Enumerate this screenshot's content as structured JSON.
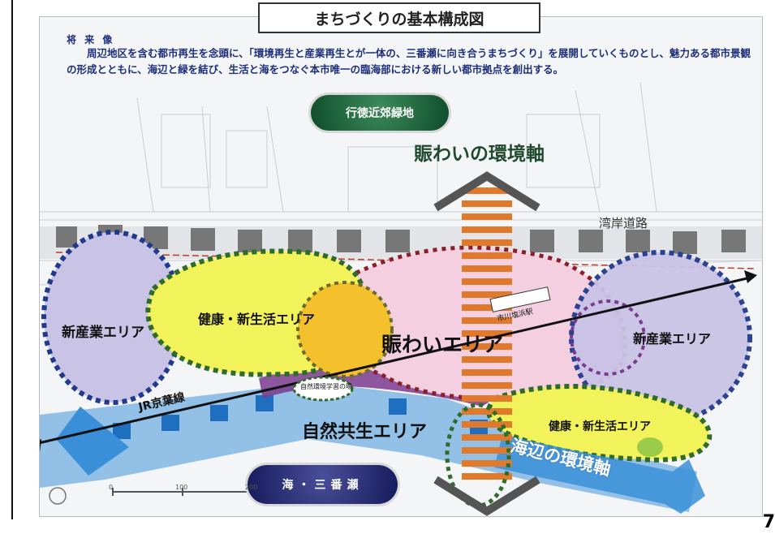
{
  "title": "まちづくりの基本構成図",
  "vision": {
    "heading": "将 来 像",
    "text": "周辺地区を含む都市再生を念頭に、「環境再生と産業再生とが一体の、三番瀬に向き合うまちづくり」を展開していくものとし、魅力ある都市景観の形成とともに、海辺と緑を結び、生活と海をつなぐ本市唯一の臨海部における新しい都市拠点を創出する。"
  },
  "anchors": {
    "green_area": "行徳近郊緑地",
    "sea": "海・三番瀬"
  },
  "axes": {
    "vertical": "賑わいの環境軸",
    "coast": "海辺の環境軸"
  },
  "roads": {
    "bay_road": "湾岸道路",
    "jr_line": "JR京葉線",
    "station": "市川塩浜駅"
  },
  "areas": {
    "industry_left": "新産業エリア",
    "health_left": "健康・新生活エリア",
    "lively": "賑わいエリア",
    "industry_right": "新産業エリア",
    "health_right": "健康・新生活エリア",
    "nature": "自然共生エリア",
    "env_learning": "自然環境学習の場"
  },
  "scale": [
    "0",
    "100",
    "200"
  ],
  "page_number": "7",
  "colors": {
    "industry": "#c9c3e6",
    "industry_border": "#223a8c",
    "health": "#f2f25a",
    "health_border": "#2f6b2a",
    "lively": "#f3cfe0",
    "lively_border": "#8a1f2a",
    "core": "#f4c12d",
    "sea_band": "#7fb1e0",
    "bar": "#e07a2a",
    "axis_text_green": "#1f4a2e"
  }
}
